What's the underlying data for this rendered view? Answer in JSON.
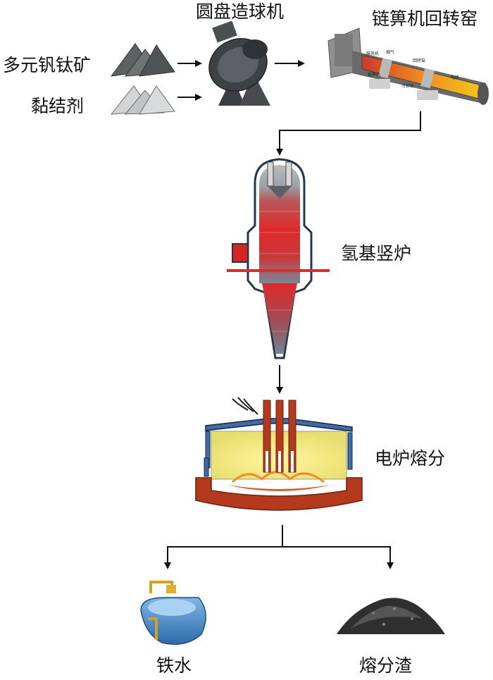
{
  "labels": {
    "ore": "多元钒钛矿",
    "binder": "黏结剂",
    "pelletizer": "圆盘造球机",
    "grate_kiln": "链箅机回转窑",
    "shaft_furnace": "氢基竖炉",
    "electric_furnace": "电炉熔分",
    "hot_metal": "铁水",
    "slag": "熔分渣"
  },
  "kiln_sublabels": [
    "鼓风机",
    "烟气",
    "回转窑",
    "链箅机",
    "冷却机",
    "电机"
  ],
  "colors": {
    "ore_pile": "#555a5c",
    "binder_pile": "#c9cbcc",
    "arrow": "#111111",
    "furnace_hot": "#d62828",
    "furnace_cool": "#7a8a94",
    "slag_pile": "#2f2f2f"
  },
  "icons": {
    "ore": "ore-pile-icon",
    "binder": "binder-pile-icon",
    "pelletizer": "disc-pelletizer-icon",
    "kiln": "rotary-kiln-icon",
    "shaft": "shaft-furnace-icon",
    "eaf": "electric-arc-furnace-icon",
    "ladle": "ladle-icon",
    "slag": "slag-pile-icon"
  }
}
